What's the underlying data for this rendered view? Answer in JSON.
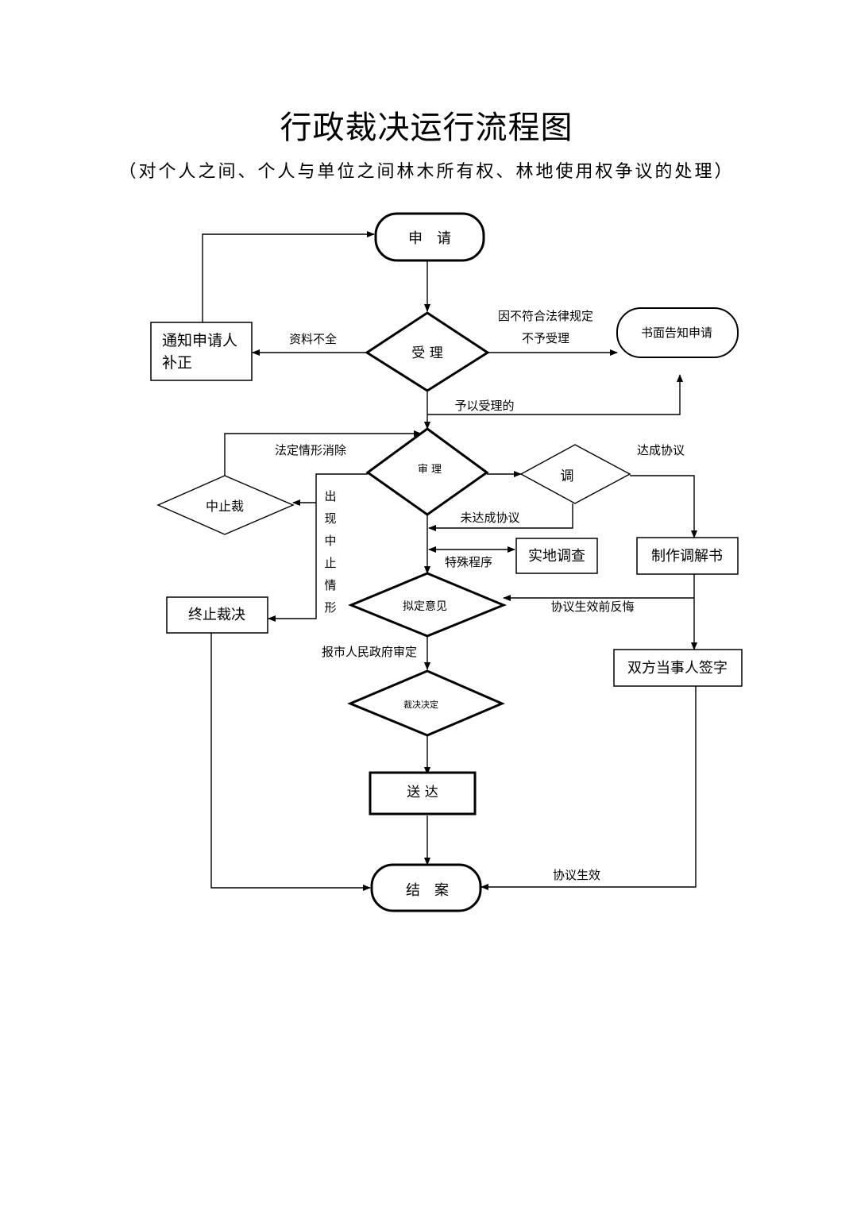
{
  "title": "行政裁决运行流程图",
  "subtitle": "（对个人之间、个人与单位之间林木所有权、林地使用权争议的处理）",
  "nodes": {
    "apply": "申　请",
    "notify_line1": "通知申请人",
    "notify_line2": "补正",
    "accept": "受  理",
    "written_notice": "书面告知申请",
    "review": "审  理",
    "mediate": "调",
    "suspend": "中止裁",
    "site_survey": "实地调查",
    "mediation_doc": "制作调解书",
    "terminate": "终止裁决",
    "draft_opinion": "拟定意见",
    "both_sign": "双方当事人签字",
    "ruling": "裁决决定",
    "deliver": "送  达",
    "close": "结　案"
  },
  "labels": {
    "incomplete": "资料不全",
    "reject_line1": "因不符合法律规定",
    "reject_line2": "不予受理",
    "accepted": "予以受理的",
    "cause_removed": "法定情形消除",
    "agreement_reached": "达成协议",
    "no_agreement": "未达成协议",
    "special_procedure": "特殊程序",
    "suspend_vertical": [
      "出",
      "现",
      "中",
      "止",
      "情",
      "形"
    ],
    "regret": "协议生效前反悔",
    "report_gov": "报市人民政府审定",
    "agreement_effective": "协议生效"
  }
}
